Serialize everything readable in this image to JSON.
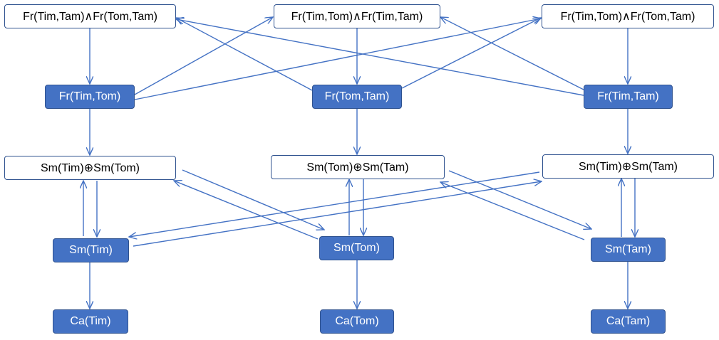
{
  "colors": {
    "node_fill": "#4472c4",
    "node_border": "#2f528f",
    "edge": "#4472c4",
    "white": "#ffffff",
    "text_dark": "#000000"
  },
  "nodes": {
    "and_tim_tam_tom_tam": "Fr(Tim,Tam)∧Fr(Tom,Tam)",
    "and_tim_tom_tim_tam": "Fr(Tim,Tom)∧Fr(Tim,Tam)",
    "and_tim_tom_tom_tam": "Fr(Tim,Tom)∧Fr(Tom,Tam)",
    "fr_tim_tom": "Fr(Tim,Tom)",
    "fr_tom_tam": "Fr(Tom,Tam)",
    "fr_tim_tam": "Fr(Tim,Tam)",
    "xor_tim_tom": "Sm(Tim)⊕Sm(Tom)",
    "xor_tom_tam": "Sm(Tom)⊕Sm(Tam)",
    "xor_tim_tam": "Sm(Tim)⊕Sm(Tam)",
    "sm_tim": "Sm(Tim)",
    "sm_tom": "Sm(Tom)",
    "sm_tam": "Sm(Tam)",
    "ca_tim": "Ca(Tim)",
    "ca_tom": "Ca(Tom)",
    "ca_tam": "Ca(Tam)"
  }
}
